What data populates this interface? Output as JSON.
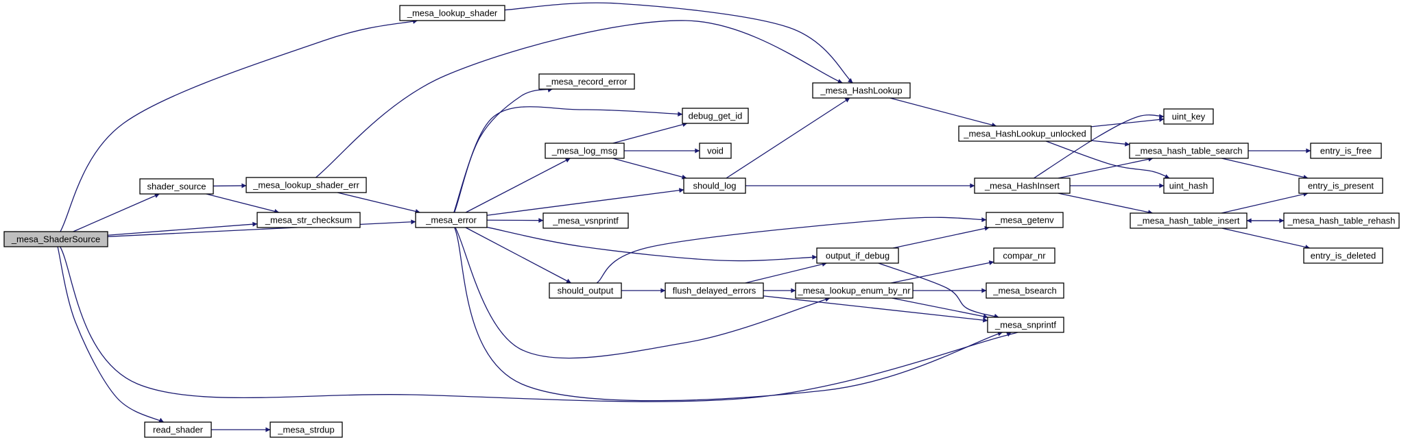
{
  "diagram": {
    "type": "call-graph",
    "edge_color": "#191970",
    "root_fill": "#bfbfbf",
    "nodes": [
      {
        "id": "root",
        "label": "_mesa_ShaderSource",
        "root": true
      },
      {
        "id": "shader_source",
        "label": "shader_source"
      },
      {
        "id": "read_shader",
        "label": "read_shader"
      },
      {
        "id": "mesa_strdup",
        "label": "_mesa_strdup"
      },
      {
        "id": "lookup_shader",
        "label": "_mesa_lookup_shader"
      },
      {
        "id": "lookup_shader_err",
        "label": "_mesa_lookup_shader_err"
      },
      {
        "id": "str_checksum",
        "label": "_mesa_str_checksum"
      },
      {
        "id": "mesa_error",
        "label": "_mesa_error"
      },
      {
        "id": "record_error",
        "label": "_mesa_record_error"
      },
      {
        "id": "debug_get_id",
        "label": "debug_get_id"
      },
      {
        "id": "log_msg",
        "label": "_mesa_log_msg"
      },
      {
        "id": "void",
        "label": "void"
      },
      {
        "id": "should_log",
        "label": "should_log"
      },
      {
        "id": "vsnprintf",
        "label": "_mesa_vsnprintf"
      },
      {
        "id": "output_if_debug",
        "label": "output_if_debug"
      },
      {
        "id": "should_output",
        "label": "should_output"
      },
      {
        "id": "flush_delayed",
        "label": "flush_delayed_errors"
      },
      {
        "id": "lookup_enum",
        "label": "_mesa_lookup_enum_by_nr"
      },
      {
        "id": "hashlookup",
        "label": "_mesa_HashLookup"
      },
      {
        "id": "hashlookup_unlocked",
        "label": "_mesa_HashLookup_unlocked"
      },
      {
        "id": "hashinsert",
        "label": "_mesa_HashInsert"
      },
      {
        "id": "getenv",
        "label": "_mesa_getenv"
      },
      {
        "id": "compar_nr",
        "label": "compar_nr"
      },
      {
        "id": "bsearch",
        "label": "_mesa_bsearch"
      },
      {
        "id": "snprintf",
        "label": "_mesa_snprintf"
      },
      {
        "id": "uint_key",
        "label": "uint_key"
      },
      {
        "id": "hash_search",
        "label": "_mesa_hash_table_search"
      },
      {
        "id": "uint_hash",
        "label": "uint_hash"
      },
      {
        "id": "hash_insert",
        "label": "_mesa_hash_table_insert"
      },
      {
        "id": "entry_is_free",
        "label": "entry_is_free"
      },
      {
        "id": "entry_is_present",
        "label": "entry_is_present"
      },
      {
        "id": "hash_rehash",
        "label": "_mesa_hash_table_rehash"
      },
      {
        "id": "entry_is_deleted",
        "label": "entry_is_deleted"
      }
    ],
    "edges": [
      [
        "root",
        "lookup_shader"
      ],
      [
        "root",
        "shader_source"
      ],
      [
        "root",
        "str_checksum"
      ],
      [
        "root",
        "mesa_error"
      ],
      [
        "root",
        "snprintf"
      ],
      [
        "root",
        "read_shader"
      ],
      [
        "shader_source",
        "lookup_shader_err"
      ],
      [
        "shader_source",
        "str_checksum"
      ],
      [
        "read_shader",
        "mesa_strdup"
      ],
      [
        "lookup_shader",
        "hashlookup"
      ],
      [
        "lookup_shader_err",
        "hashlookup"
      ],
      [
        "lookup_shader_err",
        "mesa_error"
      ],
      [
        "mesa_error",
        "record_error"
      ],
      [
        "mesa_error",
        "debug_get_id"
      ],
      [
        "mesa_error",
        "log_msg"
      ],
      [
        "mesa_error",
        "should_log"
      ],
      [
        "mesa_error",
        "vsnprintf"
      ],
      [
        "mesa_error",
        "output_if_debug"
      ],
      [
        "mesa_error",
        "should_output"
      ],
      [
        "mesa_error",
        "lookup_enum"
      ],
      [
        "mesa_error",
        "snprintf"
      ],
      [
        "log_msg",
        "debug_get_id"
      ],
      [
        "log_msg",
        "void"
      ],
      [
        "log_msg",
        "should_log"
      ],
      [
        "should_log",
        "hashlookup"
      ],
      [
        "should_log",
        "hashinsert"
      ],
      [
        "should_output",
        "getenv"
      ],
      [
        "should_output",
        "flush_delayed"
      ],
      [
        "flush_delayed",
        "output_if_debug"
      ],
      [
        "flush_delayed",
        "lookup_enum"
      ],
      [
        "flush_delayed",
        "snprintf"
      ],
      [
        "output_if_debug",
        "getenv"
      ],
      [
        "output_if_debug",
        "snprintf"
      ],
      [
        "lookup_enum",
        "compar_nr"
      ],
      [
        "lookup_enum",
        "bsearch"
      ],
      [
        "lookup_enum",
        "snprintf"
      ],
      [
        "hashlookup",
        "hashlookup_unlocked"
      ],
      [
        "hashlookup_unlocked",
        "uint_key"
      ],
      [
        "hashlookup_unlocked",
        "hash_search"
      ],
      [
        "hashlookup_unlocked",
        "uint_hash"
      ],
      [
        "hashinsert",
        "uint_key"
      ],
      [
        "hashinsert",
        "hash_search"
      ],
      [
        "hashinsert",
        "uint_hash"
      ],
      [
        "hashinsert",
        "hash_insert"
      ],
      [
        "hash_search",
        "entry_is_free"
      ],
      [
        "hash_search",
        "entry_is_present"
      ],
      [
        "hash_insert",
        "entry_is_present"
      ],
      [
        "hash_insert",
        "hash_rehash"
      ],
      [
        "hash_insert",
        "entry_is_deleted"
      ],
      [
        "hash_rehash",
        "hash_insert"
      ]
    ]
  }
}
